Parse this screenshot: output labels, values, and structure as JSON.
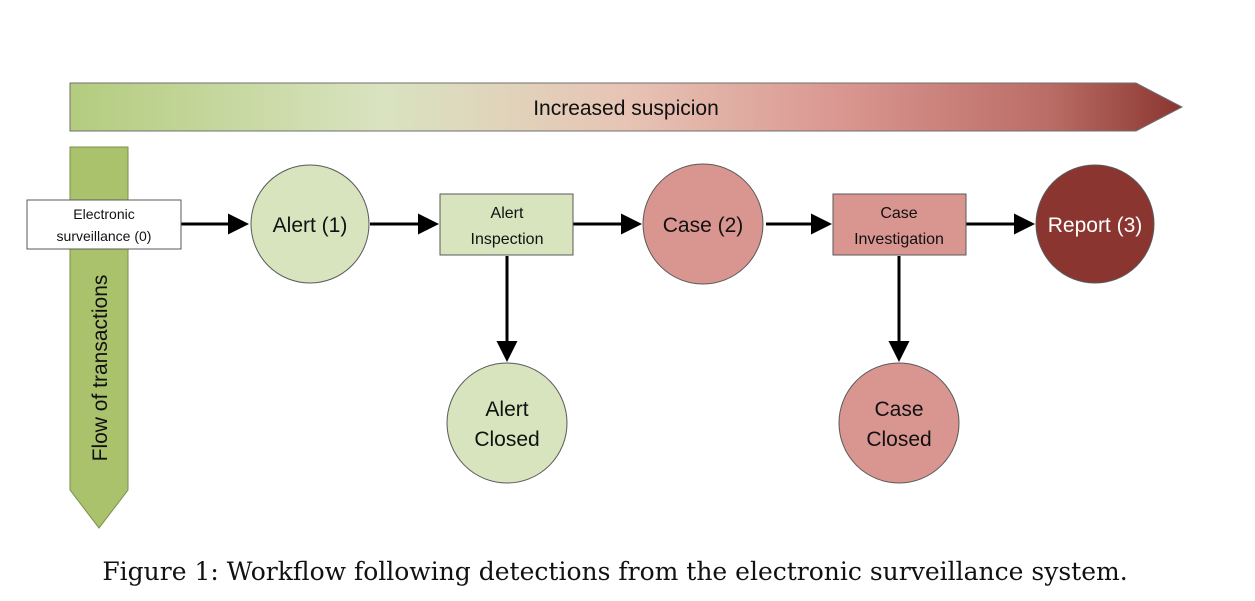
{
  "diagram": {
    "top_arrow_label": "Increased suspicion",
    "side_arrow_label": "Flow of transactions",
    "nodes": {
      "surveillance": [
        "Electronic",
        "surveillance (0)"
      ],
      "alert": [
        "Alert (1)"
      ],
      "alert_inspection": [
        "Alert",
        "Inspection"
      ],
      "case": [
        "Case (2)"
      ],
      "case_investigation": [
        "Case",
        "Investigation"
      ],
      "report": [
        "Report (3)"
      ],
      "alert_closed": [
        "Alert",
        "Closed"
      ],
      "case_closed": [
        "Case",
        "Closed"
      ]
    },
    "colors": {
      "green_fill": "#d7e4bd",
      "green_dark": "#9bbb59",
      "red_fill": "#d99590",
      "red_dark": "#8b3530",
      "stroke": "#595959",
      "arrow": "#000000"
    }
  },
  "caption": "Figure 1: Workflow following detections from the electronic surveillance system."
}
